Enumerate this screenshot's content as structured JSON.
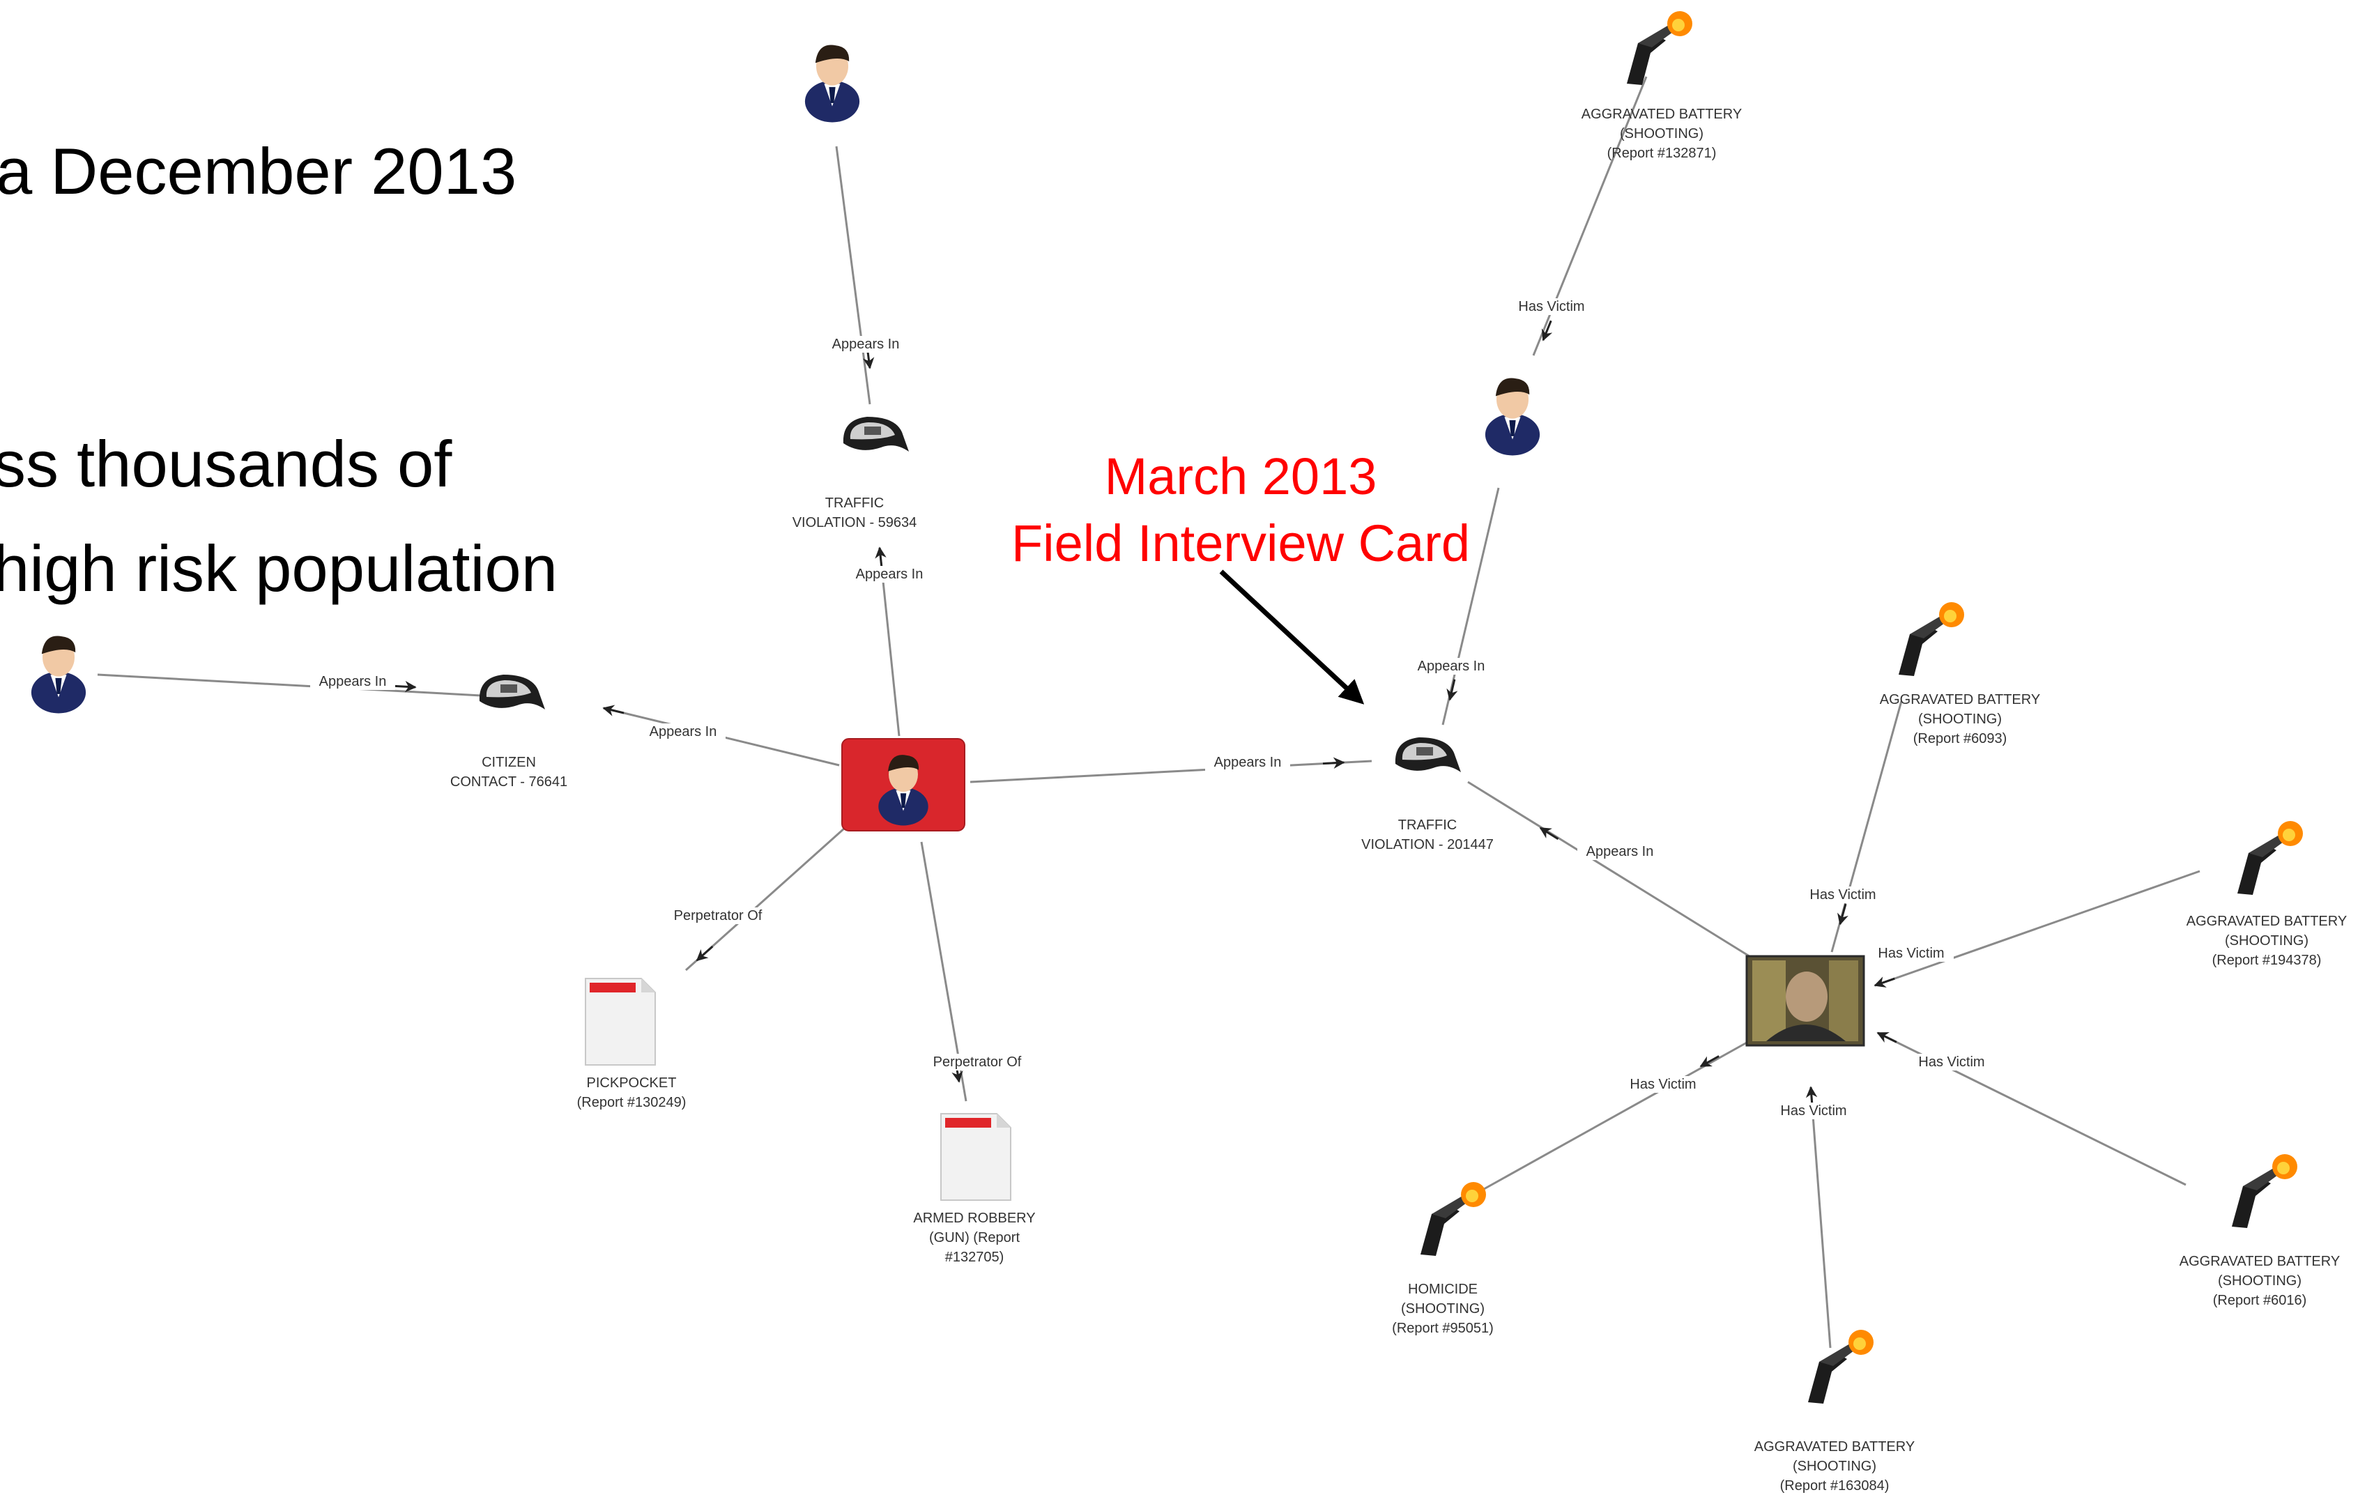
{
  "slide": {
    "line1": "a December 2013",
    "line2": "ss thousands of",
    "line3": "high risk population"
  },
  "callout": {
    "line1": "March 2013",
    "line2": "Field Interview Card"
  },
  "graph": {
    "nodes": [
      {
        "id": "center",
        "type": "person-red",
        "lines": []
      },
      {
        "id": "p-top",
        "type": "person",
        "lines": []
      },
      {
        "id": "p-left",
        "type": "person",
        "lines": []
      },
      {
        "id": "p-mid",
        "type": "person",
        "lines": []
      },
      {
        "id": "tv59634",
        "type": "car",
        "lines": [
          "TRAFFIC",
          "VIOLATION - 59634"
        ]
      },
      {
        "id": "cc76641",
        "type": "car",
        "lines": [
          "CITIZEN",
          "CONTACT - 76641"
        ]
      },
      {
        "id": "tv201447",
        "type": "car",
        "lines": [
          "TRAFFIC",
          "VIOLATION - 201447"
        ]
      },
      {
        "id": "pick",
        "type": "report",
        "lines": [
          "PICKPOCKET",
          "(Report #130249)"
        ]
      },
      {
        "id": "robbery",
        "type": "report",
        "lines": [
          "ARMED ROBBERY",
          "(GUN) (Report",
          "#132705)"
        ]
      },
      {
        "id": "photo",
        "type": "photo",
        "lines": []
      },
      {
        "id": "ab132871",
        "type": "gun",
        "lines": [
          "AGGRAVATED BATTERY",
          "(SHOOTING)",
          "(Report #132871)"
        ]
      },
      {
        "id": "ab6093",
        "type": "gun",
        "lines": [
          "AGGRAVATED BATTERY",
          "(SHOOTING)",
          "(Report #6093)"
        ]
      },
      {
        "id": "ab194378",
        "type": "gun",
        "lines": [
          "AGGRAVATED BATTERY",
          "(SHOOTING)",
          "(Report #194378)"
        ]
      },
      {
        "id": "ab6016",
        "type": "gun",
        "lines": [
          "AGGRAVATED BATTERY",
          "(SHOOTING)",
          "(Report #6016)"
        ]
      },
      {
        "id": "ab163084",
        "type": "gun",
        "lines": [
          "AGGRAVATED BATTERY",
          "(SHOOTING)",
          "(Report #163084)"
        ]
      },
      {
        "id": "homicide",
        "type": "gun",
        "lines": [
          "HOMICIDE",
          "(SHOOTING)",
          "(Report #95051)"
        ]
      }
    ],
    "edges": [
      {
        "from": "p-top",
        "to": "tv59634",
        "label": "Appears In"
      },
      {
        "from": "center",
        "to": "tv59634",
        "label": "Appears In"
      },
      {
        "from": "p-left",
        "to": "cc76641",
        "label": "Appears In"
      },
      {
        "from": "center",
        "to": "cc76641",
        "label": "Appears In"
      },
      {
        "from": "center",
        "to": "tv201447",
        "label": "Appears In"
      },
      {
        "from": "center",
        "to": "pick",
        "label": "Perpetrator Of"
      },
      {
        "from": "center",
        "to": "robbery",
        "label": "Perpetrator Of"
      },
      {
        "from": "ab132871",
        "to": "p-mid",
        "label": "Has Victim"
      },
      {
        "from": "p-mid",
        "to": "tv201447",
        "label": "Appears In"
      },
      {
        "from": "photo",
        "to": "tv201447",
        "label": "Appears In"
      },
      {
        "from": "ab6093",
        "to": "photo",
        "label": "Has Victim"
      },
      {
        "from": "ab194378",
        "to": "photo",
        "label": "Has Victim"
      },
      {
        "from": "ab6016",
        "to": "photo",
        "label": "Has Victim"
      },
      {
        "from": "ab163084",
        "to": "photo",
        "label": "Has Victim"
      },
      {
        "from": "photo",
        "to": "homicide",
        "label": "Has Victim"
      }
    ]
  },
  "colors": {
    "callout": "#ff0000",
    "edge": "#8a8a8a",
    "center_box": "#d9262c",
    "suit": "#1f2a66",
    "skin": "#f1c9a5",
    "hair": "#2a1e14",
    "report_badge": "#e0262a",
    "flash": "#ff8a00"
  }
}
